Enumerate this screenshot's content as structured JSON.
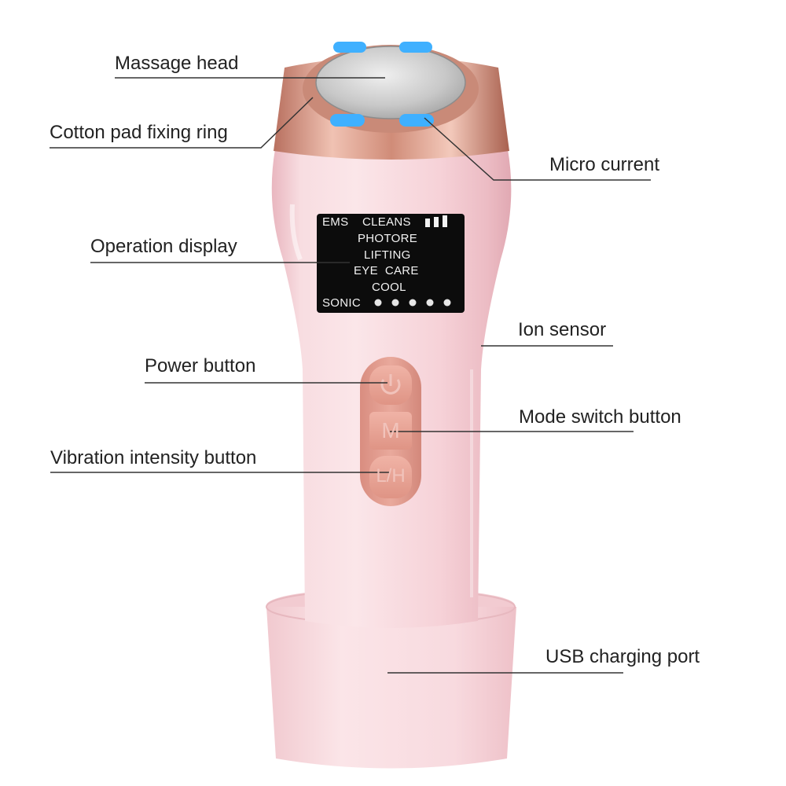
{
  "callouts": {
    "massage_head": "Massage head",
    "cotton_pad_ring": "Cotton pad fixing ring",
    "micro_current": "Micro current",
    "operation_display": "Operation display",
    "ion_sensor": "Ion sensor",
    "power_button": "Power button",
    "mode_switch_button": "Mode switch button",
    "vibration_button": "Vibration intensity button",
    "usb_port": "USB charging port"
  },
  "display": {
    "ems": "EMS",
    "cleans": "CLEANS",
    "photore": "PHOTORE",
    "lifting": "LIFTING",
    "eye_care": "EYE  CARE",
    "cool": "COOL",
    "sonic": "SONIC",
    "sonic_level_dots": 5,
    "battery_bars": 3
  },
  "buttons": {
    "mode_label": "M",
    "intensity_label": "L/H",
    "power_icon": "power-icon"
  },
  "colors": {
    "body_pink": "#f7d3d8",
    "rose_gold": "#d99480",
    "led_blue": "#3fb0ff",
    "display_bg": "#0c0c0c"
  }
}
